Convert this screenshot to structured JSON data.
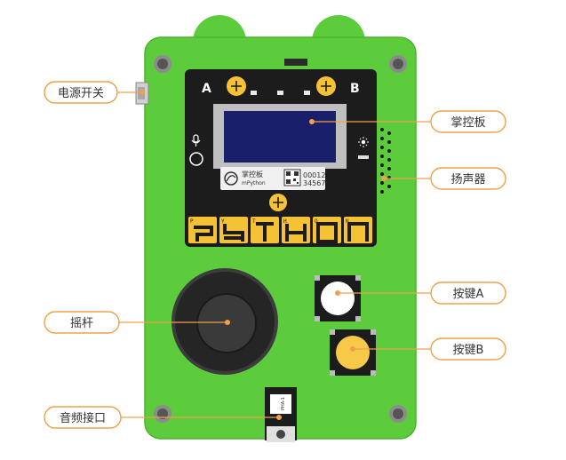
{
  "labels": {
    "power_switch": "电源开关",
    "controller": "掌控板",
    "speaker": "扬声器",
    "joystick": "摇杆",
    "button_a": "按键A",
    "button_b": "按键B",
    "audio_jack": "音频接口"
  },
  "board": {
    "letter_a": "A",
    "letter_b": "B",
    "brand_cn": "掌控板",
    "brand_en": "mPython",
    "serial_line1": "00012",
    "serial_line2": "34567",
    "pins": [
      "P",
      "Y",
      "T",
      "H",
      "O",
      "N"
    ],
    "jack_text": "PHA-1"
  },
  "colors": {
    "pcb_green": "#5ccb3c",
    "pcb_edge": "#4db22f",
    "callout_orange": "#f0a04b",
    "button_yellow": "#f7c948",
    "screen_blue": "#1a1f6b",
    "board_black": "#1c1c1c"
  }
}
